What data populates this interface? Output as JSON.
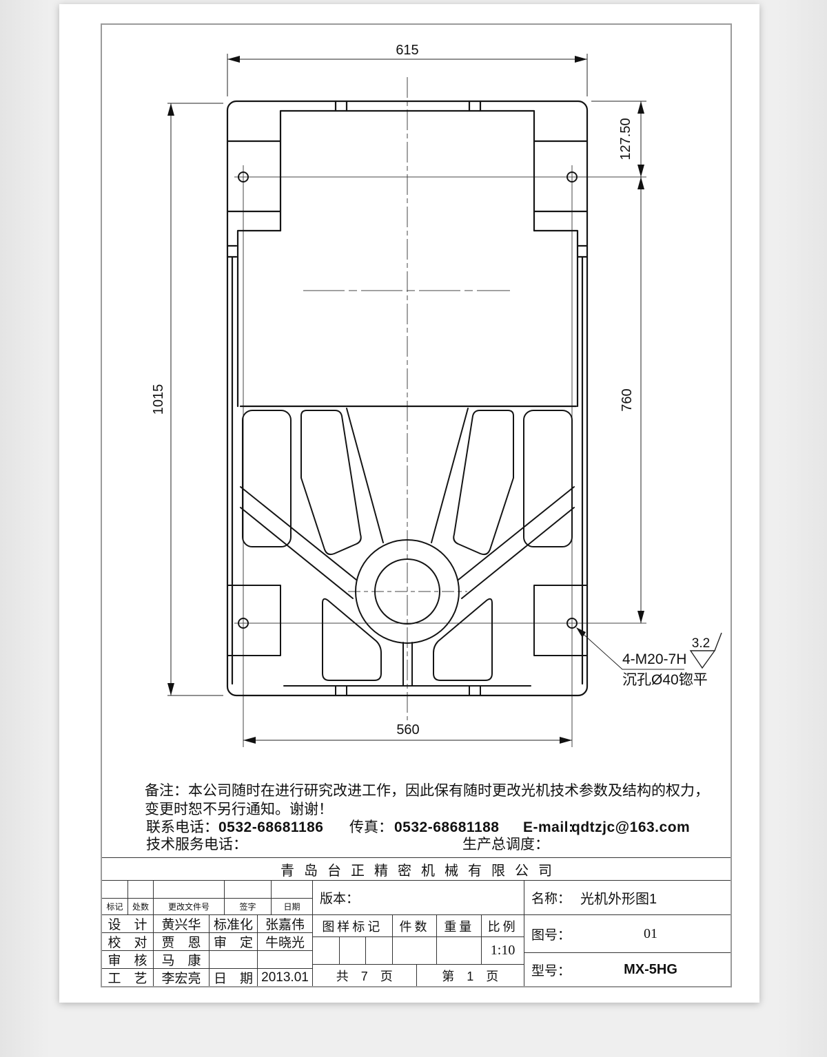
{
  "dimensions": {
    "top_width": "615",
    "left_height": "1015",
    "right_offset": "127.50",
    "right_span": "760",
    "bottom_width": "560"
  },
  "annotations": {
    "thread_callout": "4-M20-7H",
    "counterbore_callout": "沉孔Ø40锪平",
    "surface_roughness": "3.2"
  },
  "notes": {
    "line1": "备注：本公司随时在进行研究改进工作，因此保有随时更改光机技术参数及结构的权力，",
    "line2": "变更时恕不另行通知。谢谢！",
    "contact_label": "联系电话：",
    "contact_phone": "0532-68681186",
    "fax_label": "传真：",
    "fax_phone": "0532-68681188",
    "email_label": "E-mail:",
    "email_value": "qdtzjc@163.com",
    "service_label": "技术服务电话：",
    "dispatch_label": "生产总调度："
  },
  "title_block": {
    "company": "青岛台正精密机械有限公司",
    "rev_header": {
      "mark": "标记",
      "count": "处数",
      "doc_no": "更改文件号",
      "sign": "签字",
      "date": "日期"
    },
    "approvals": [
      {
        "role": "设　计",
        "name": "黄兴华",
        "role2": "标准化",
        "name2": "张嘉伟"
      },
      {
        "role": "校　对",
        "name": "贾　恩",
        "role2": "审　定",
        "name2": "牛晓光"
      },
      {
        "role": "审　核",
        "name": "马　康",
        "role2": "",
        "name2": ""
      },
      {
        "role": "工　艺",
        "name": "李宏亮",
        "role2": "日　期",
        "name2": "2013.01"
      }
    ],
    "version_label": "版本：",
    "mark_label": "图样标记",
    "qty_label": "件数",
    "weight_label": "重量",
    "scale_label": "比例",
    "scale_value": "1:10",
    "pages_total": "共　7　页",
    "page_current": "第　1　页",
    "name_label": "名称：",
    "name_value": "光机外形图1",
    "drawing_no_label": "图号：",
    "drawing_no_value": "01",
    "model_label": "型号：",
    "model_value": "MX-5HG"
  }
}
